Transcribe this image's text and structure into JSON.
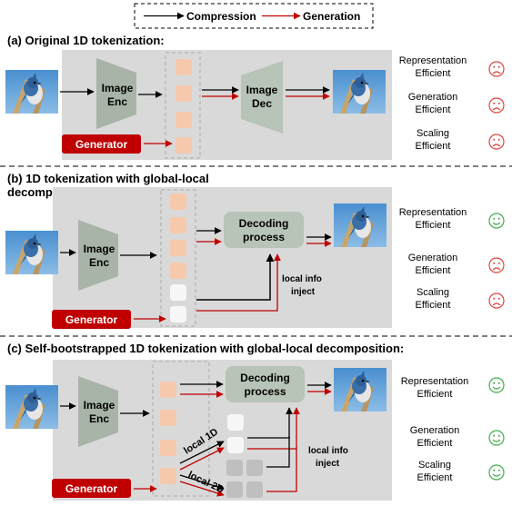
{
  "legend": {
    "compression": "Compression",
    "generation": "Generation"
  },
  "colors": {
    "compression_arrow": "#000000",
    "generation_arrow": "#c00000",
    "generator_fill": "#c00000",
    "token_fill": "#f6c9ad",
    "token_empty_fill": "#f7f7f7",
    "panel_fill": "#d9d9d9",
    "encoder_fill": "#a8b4a8",
    "decoder_fill": "#b7c4b7",
    "sad_face": "#e0443c",
    "happy_face": "#3fae49"
  },
  "common": {
    "image_enc_line1": "Image",
    "image_enc_line2": "Enc",
    "generator": "Generator",
    "representation_line1": "Representation",
    "representation_line2": "Efficient",
    "generation_line1": "Generation",
    "generation_line2": "Efficient",
    "scaling_line1": "Scaling",
    "scaling_line2": "Efficient"
  },
  "sections": {
    "a": {
      "title": "(a) Original 1D tokenization:",
      "decoder_line1": "Image",
      "decoder_line2": "Dec",
      "ratings": [
        "sad",
        "sad",
        "sad"
      ]
    },
    "b": {
      "title_line1": "(b) 1D tokenization with global-local",
      "title_line2": "decomposition:",
      "decoding_line1": "Decoding",
      "decoding_line2": "process",
      "local_info_line1": "local info",
      "local_info_line2": "inject",
      "ratings": [
        "happy",
        "sad",
        "sad"
      ]
    },
    "c": {
      "title": "(c) Self-bootstrapped 1D tokenization with global-local decomposition:",
      "decoding_line1": "Decoding",
      "decoding_line2": "process",
      "local_1d": "local 1D",
      "local_2d": "local 2D",
      "local_info_line1": "local info",
      "local_info_line2": "inject",
      "ratings": [
        "happy",
        "happy",
        "happy"
      ]
    }
  }
}
